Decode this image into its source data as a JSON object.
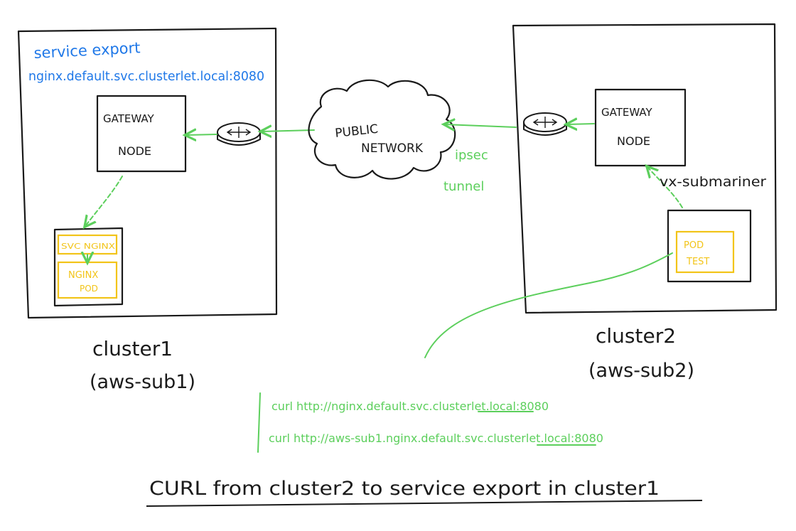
{
  "colors": {
    "ink": "#1a1a1a",
    "blue": "#1f78e8",
    "green": "#5ccf5c",
    "yellow": "#f2c418"
  },
  "cluster1": {
    "annotation_line1": "service export",
    "annotation_line2": "nginx.default.svc.clusterlet.local:8080",
    "gateway_line1": "GATEWAY",
    "gateway_line2": "NODE",
    "svc_label": "SVC NGINX",
    "pod_line1": "NGINX",
    "pod_line2": "POD",
    "name": "cluster1",
    "region": "(aws-sub1)"
  },
  "cluster2": {
    "gateway_line1": "GATEWAY",
    "gateway_line2": "NODE",
    "vx_label": "vx-submariner",
    "pod_line1": "POD",
    "pod_line2": "TEST",
    "name": "cluster2",
    "region": "(aws-sub2)"
  },
  "network": {
    "line1": "PUBLIC",
    "line2": "NETWORK",
    "tunnel_line1": "ipsec",
    "tunnel_line2": "tunnel"
  },
  "commands": {
    "curl1_prefix": "curl http://nginx.default.svc.",
    "curl1_underlined": "clusterlet",
    "curl1_suffix": ".local:8080",
    "curl2_prefix": "curl http://aws-sub1.nginx.default.svc.",
    "curl2_underlined": "clusterlet",
    "curl2_suffix": ".local:8080"
  },
  "caption": "CURL from cluster2 to service export in cluster1",
  "icons": [
    "router-icon",
    "router-icon",
    "cloud-icon",
    "arrow-icon"
  ]
}
